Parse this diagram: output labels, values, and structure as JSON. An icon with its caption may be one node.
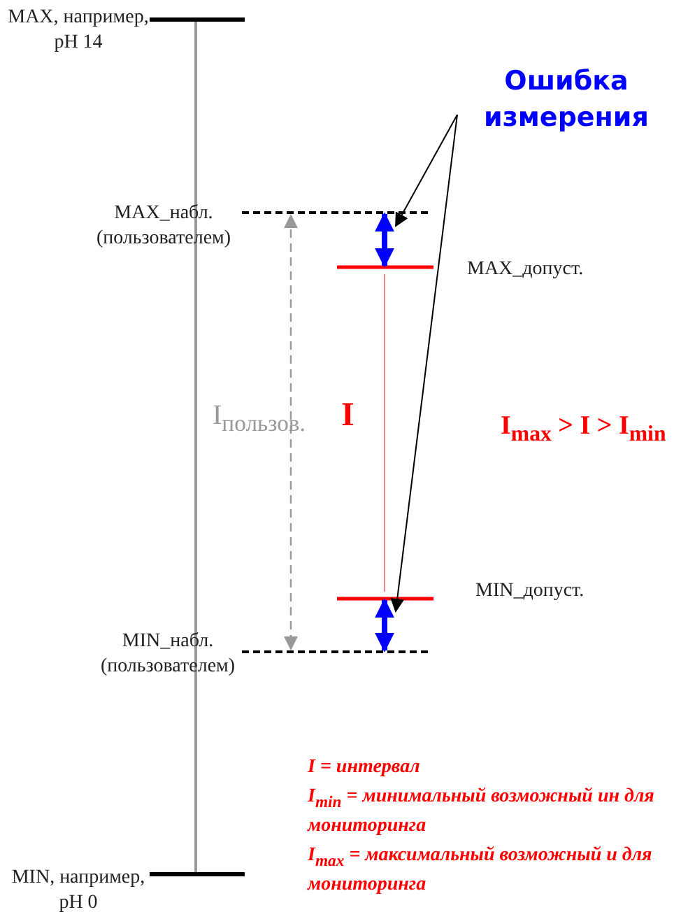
{
  "diagram": {
    "nodes": [
      {
        "text": [
          "Ошибка измерения"
        ]
      },
      {
        "text": [],
        "shape": "arrow"
      },
      {
        "text": [],
        "shape": "arrow"
      }
    ],
    "edges": [
      {
        "from": 0,
        "to": 1,
        "arrow": "to"
      },
      {
        "from": 0,
        "to": 2,
        "arrow": "to"
      }
    ],
    "labels": [
      "MAX, например, pH 14",
      "MAX_набл. (пользователем)",
      "MAX_допуст.",
      "I$_{пользов.}$",
      "I",
      "I$_{max}$ > I > I$_{min}$",
      "MIN_допуст.",
      "MIN_набл. (пользователем)",
      "MIN, например, pH 0",
      "I = интервал",
      "I$_{min}$ = минимальный возможный ин для мониторинга",
      "I$_{max}$ = максимальный возможный и для мониторинга"
    ]
  }
}
